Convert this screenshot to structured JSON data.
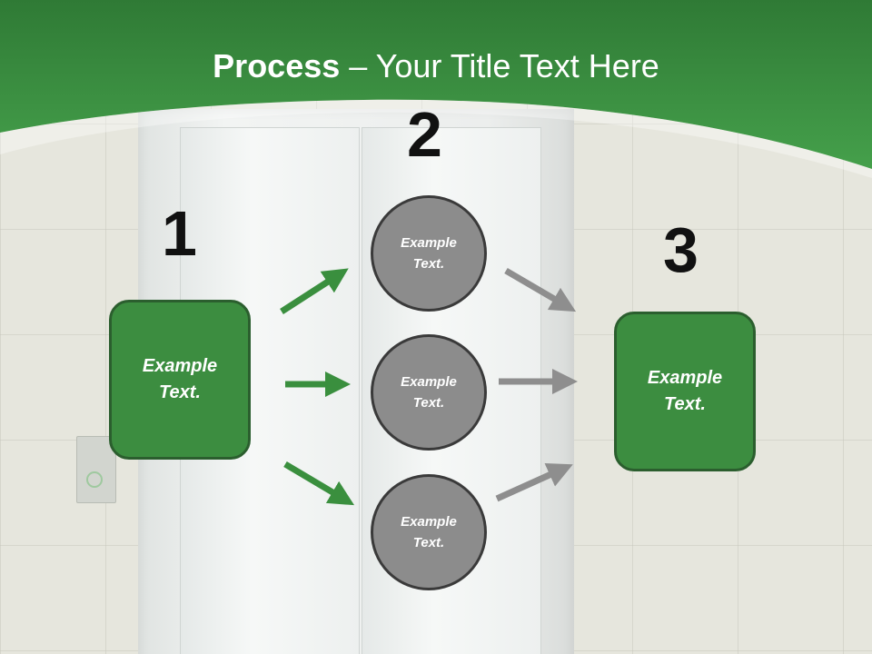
{
  "title": {
    "bold": "Process",
    "rest": " – Your Title Text Here"
  },
  "steps": {
    "one": {
      "number": "1",
      "text": "Example\nText."
    },
    "two": {
      "number": "2"
    },
    "three": {
      "number": "3",
      "text": "Example\nText."
    }
  },
  "circles": [
    {
      "text": "Example\nText."
    },
    {
      "text": "Example\nText."
    },
    {
      "text": "Example\nText."
    }
  ],
  "colors": {
    "header": "#3d9444",
    "box": "#3c8d40",
    "box_border": "#2b5e2e",
    "circle": "#8c8c8c",
    "arrow_green": "#3a8f3e",
    "arrow_gray": "#8e8e8e"
  }
}
